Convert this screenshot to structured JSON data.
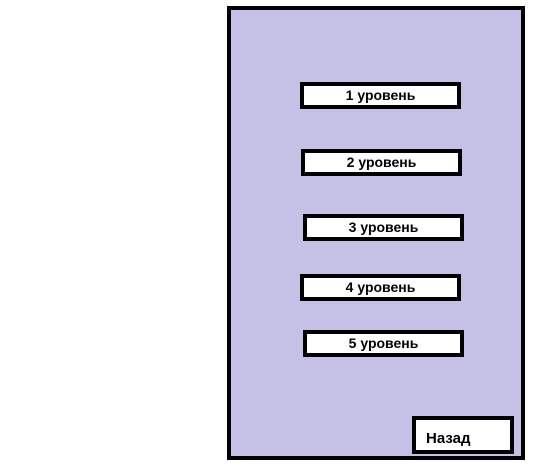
{
  "levels": [
    {
      "label": "1 уровень"
    },
    {
      "label": "2 уровень"
    },
    {
      "label": "3 уровень"
    },
    {
      "label": "4 уровень"
    },
    {
      "label": "5 уровень"
    }
  ],
  "back": {
    "label": "Назад",
    "dots": "- -"
  },
  "colors": {
    "panel_bg": "#c5c0e6",
    "button_bg": "#ffffff",
    "border": "#000000"
  }
}
